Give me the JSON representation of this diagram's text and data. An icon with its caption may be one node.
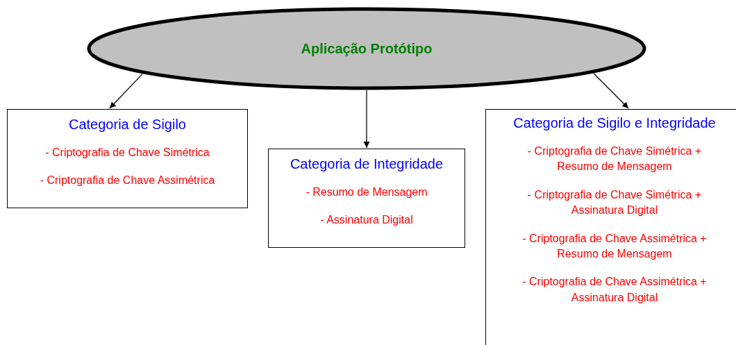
{
  "diagram": {
    "nodes": [
      {
        "text": [
          "Aplicação Protótipo"
        ]
      },
      {
        "text": [
          "Categoria de Sigilo",
          "- Criptografia de Chave Simétrica",
          "- Criptografia de Chave Assimétrica"
        ]
      },
      {
        "text": [
          "Categoria de Integridade",
          "- Resumo de Mensagem",
          "- Assinatura Digital"
        ]
      },
      {
        "text": [
          "Categoria de Sigilo e Integridade",
          "- Criptografia de Chave Simétrica + Resumo de Mensagem",
          "- Criptografia de Chave Simétrica + Assinatura Digital",
          "- Criptografia de Chave Assimétrica + Resumo de Mensagem",
          "- Criptografia de Chave Assimétrica + Assinatura Digital"
        ]
      }
    ],
    "edges": [
      {
        "from": 0,
        "to": 1,
        "arrow": "to"
      },
      {
        "from": 0,
        "to": 2,
        "arrow": "to"
      },
      {
        "from": 0,
        "to": 3,
        "arrow": "to"
      }
    ]
  }
}
